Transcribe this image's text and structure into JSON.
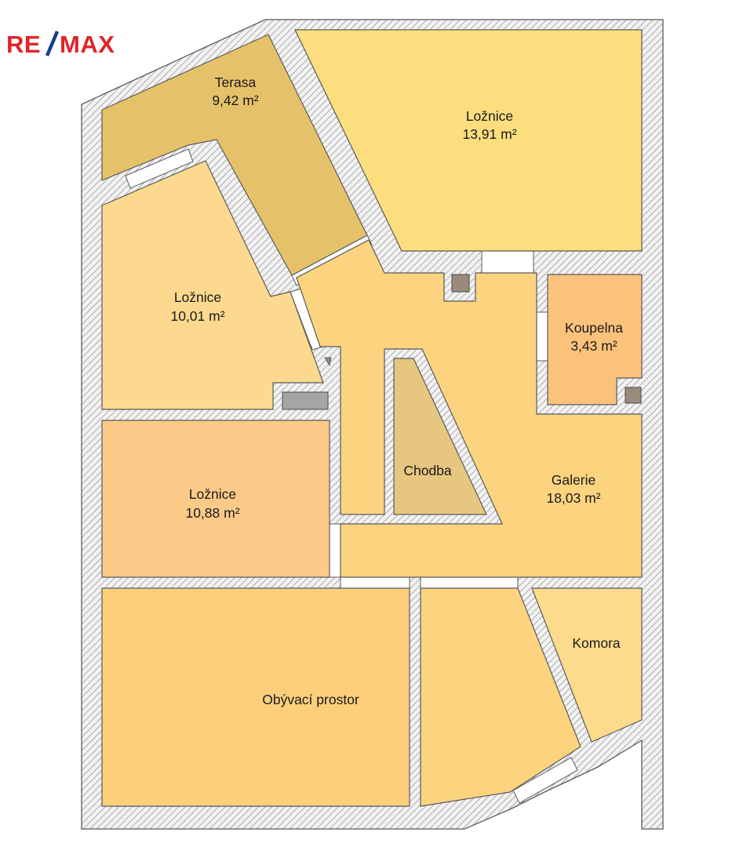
{
  "logo": {
    "text_left": "RE",
    "text_right": "MAX",
    "colors": {
      "red": "#e2232a",
      "blue": "#1a3f8f"
    }
  },
  "colors": {
    "wall_fill": "#f2f2f2",
    "wall_hatch": "#8c8c8c",
    "wall_outline": "#5a5a5a",
    "terasa": "#e5c269",
    "loznice_main": "#fcde7e",
    "loznice_left": "#fcd98e",
    "loznice_lower": "#fcca88",
    "koupelna": "#fcc27c",
    "galerie": "#fcd37f",
    "chodba": "#e7c77f",
    "obyvaci": "#fccf7b",
    "komora": "#fcdb8c",
    "column": "#9a8a7a",
    "radiator": "#a5a5a5"
  },
  "rooms": {
    "terasa": {
      "name": "Terasa",
      "area": "9,42 m²"
    },
    "loznice_top": {
      "name": "Ložnice",
      "area": "13,91 m²"
    },
    "loznice_left": {
      "name": "Ložnice",
      "area": "10,01 m²"
    },
    "koupelna": {
      "name": "Koupelna",
      "area": "3,43 m²"
    },
    "chodba": {
      "name": "Chodba"
    },
    "galerie": {
      "name": "Galerie",
      "area": "18,03 m²"
    },
    "loznice_lower": {
      "name": "Ložnice",
      "area": "10,88 m²"
    },
    "obyvaci": {
      "name": "Obývací prostor"
    },
    "komora": {
      "name": "Komora"
    }
  }
}
